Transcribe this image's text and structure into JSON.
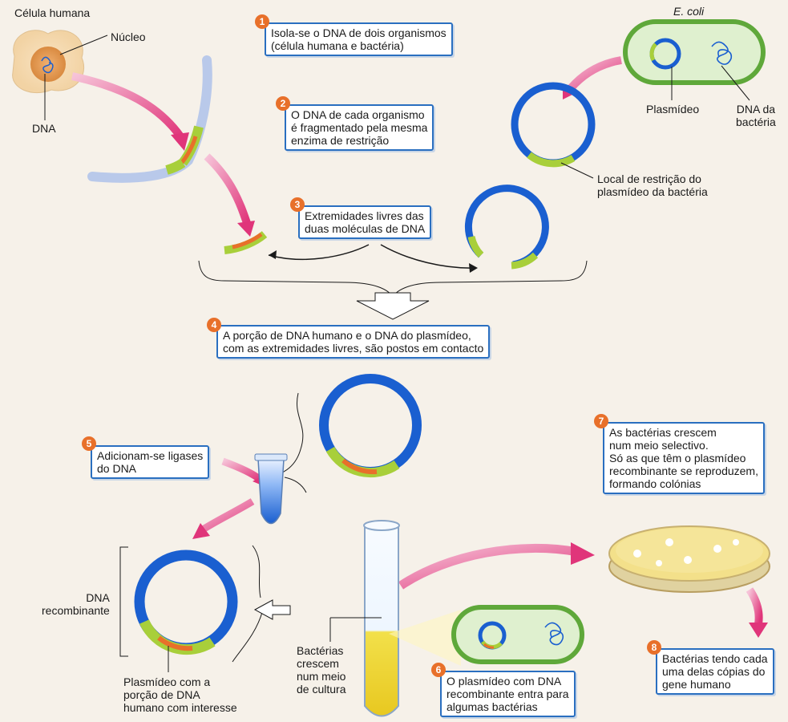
{
  "labels": {
    "human_cell": "Célula humana",
    "nucleus": "Núcleo",
    "dna": "DNA",
    "ecoli": "E. coli",
    "plasmid": "Plasmídeo",
    "bacterial_dna": "DNA da\nbactéria",
    "restriction_site": "Local de restrição do\nplasmídeo da bactéria",
    "recombinant_dna": "DNA\nrecombinante",
    "plasmid_with_portion": "Plasmídeo com a\nporção de DNA\nhumano com interesse",
    "bacteria_grow": "Bactérias\ncrescem\nnum meio\nde cultura"
  },
  "steps": [
    {
      "number": "1",
      "text": "Isola-se o DNA de dois organismos\n(célula humana e bactéria)"
    },
    {
      "number": "2",
      "text": "O DNA de cada organismo\né fragmentado pela mesma\nenzima de restrição"
    },
    {
      "number": "3",
      "text": "Extremidades livres das\nduas moléculas de DNA"
    },
    {
      "number": "4",
      "text": "A porção de DNA humano e o DNA do plasmídeo,\ncom as extremidades livres, são postos em contacto"
    },
    {
      "number": "5",
      "text": "Adicionam-se ligases\ndo DNA"
    },
    {
      "number": "6",
      "text": "O plasmídeo com DNA\nrecombinante entra para\nalgumas bactérias"
    },
    {
      "number": "7",
      "text": "As bactérias crescem\nnum meio selectivo.\nSó as que têm o plasmídeo\nrecombinante se reproduzem,\nformando colónias"
    },
    {
      "number": "8",
      "text": "Bactérias tendo cada\numa delas cópias do\ngene humano"
    }
  ],
  "colors": {
    "plasmid_blue": "#1a5fd0",
    "green_site": "#a8cf3a",
    "orange_human": "#e8702a",
    "magenta_arrow": "#e0357a",
    "box_border": "#2a6fc0",
    "bacterium_green": "#5fa83a",
    "culture_yellow": "#f2e04a"
  }
}
